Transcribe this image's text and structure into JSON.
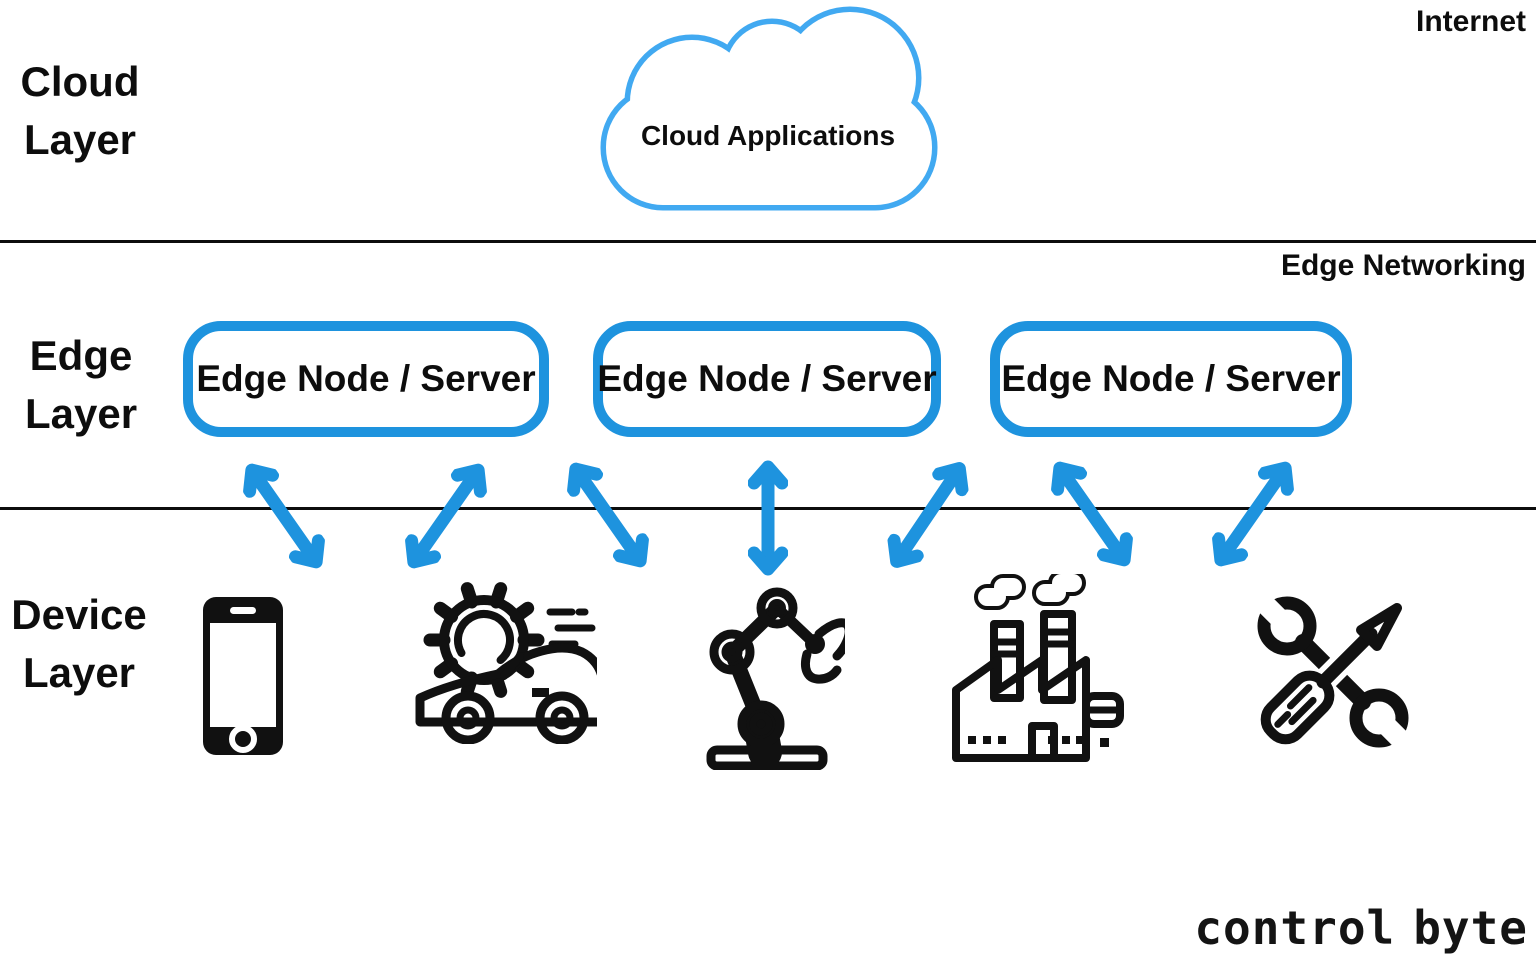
{
  "regions": {
    "internet": "Internet",
    "edge_networking": "Edge Networking"
  },
  "layers": {
    "cloud": {
      "line1": "Cloud",
      "line2": "Layer"
    },
    "edge": {
      "line1": "Edge",
      "line2": "Layer"
    },
    "device": {
      "line1": "Device",
      "line2": "Layer"
    }
  },
  "cloud": {
    "label": "Cloud Applications"
  },
  "edge_nodes": [
    {
      "label": "Edge Node / Server"
    },
    {
      "label": "Edge Node / Server"
    },
    {
      "label": "Edge Node / Server"
    }
  ],
  "devices": [
    {
      "name": "smartphone"
    },
    {
      "name": "connected-car"
    },
    {
      "name": "robot-arm"
    },
    {
      "name": "factory"
    },
    {
      "name": "maintenance-tools"
    }
  ],
  "logo": {
    "control": "control",
    "byte": "byte"
  },
  "colors": {
    "node_blue": "#1e93de",
    "cloud_blue": "#41a9f1",
    "ink": "#111111"
  }
}
